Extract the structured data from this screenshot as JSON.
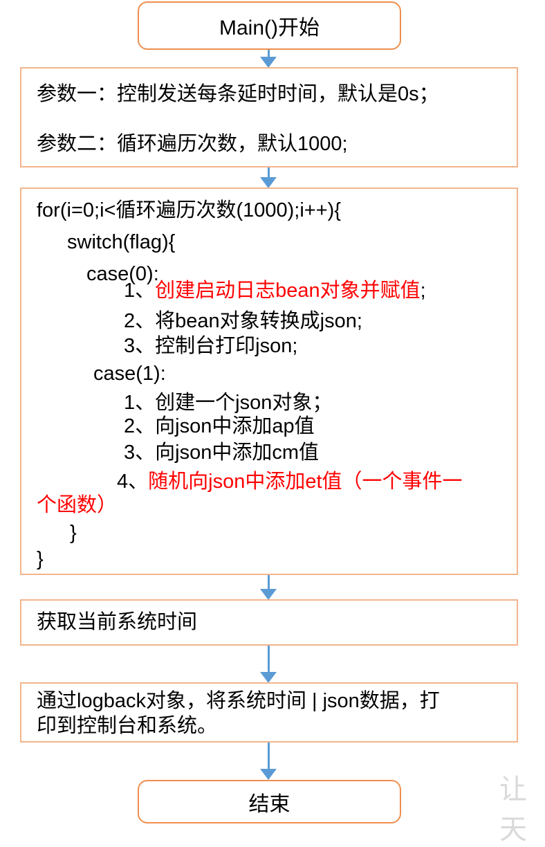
{
  "start": {
    "label": "Main()开始"
  },
  "params": {
    "line1": "参数一：控制发送每条延时时间，默认是0s；",
    "line2": "参数二：循环遍历次数，默认1000;"
  },
  "loop": {
    "l1": "for(i=0;i<循环遍历次数(1000);i++){",
    "l2": "switch(flag){",
    "l3": "case(0):",
    "l4_num": "1、",
    "l4_text": "创建启动日志bean对象并赋值",
    "l4_tail": ";",
    "l5": "2、将bean对象转换成json;",
    "l6": "3、控制台打印json;",
    "l7": "case(1):",
    "l8": "1、创建一个json对象；",
    "l9": "2、向json中添加ap值",
    "l10": "3、向json中添加cm值",
    "l11_num": "4、",
    "l11_text": "随机向json中添加et值（一个事件一",
    "l12_text": "个函数）",
    "l13": "}",
    "l14": "}"
  },
  "time": {
    "label": "获取当前系统时间"
  },
  "print": {
    "line1": "通过logback对象，将系统时间 | json数据，打",
    "line2": "印到控制台和系统。"
  },
  "end": {
    "label": "结束"
  },
  "watermark": "让天",
  "colors": {
    "box_border": "#f3b48b",
    "terminal_border": "#ee8f4e",
    "arrow": "#5b9bd5",
    "highlight": "#ff0000"
  }
}
